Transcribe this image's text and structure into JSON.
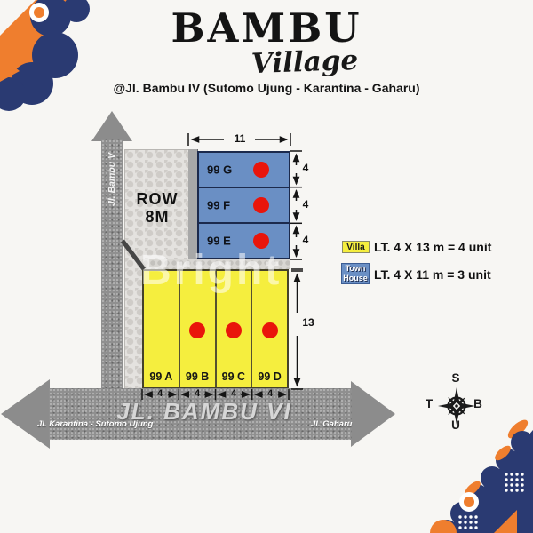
{
  "header": {
    "title": "BAMBU",
    "subtitle_script": "Village",
    "address": "@Jl. Bambu IV (Sutomo Ujung - Karantina - Gaharu)"
  },
  "watermark": "Bright",
  "site_plan": {
    "row_label_line1": "ROW",
    "row_label_line2": "8M",
    "vertical_road_label": "Jl. Bambu V",
    "horizontal_road_label": "JL. BAMBU VI",
    "horizontal_road_left_label": "Jl. Karantina - Sutomo Ujung",
    "horizontal_road_right_label": "Jl. Gaharu",
    "townhouse_lots": [
      {
        "label": "99 G",
        "sold": true
      },
      {
        "label": "99 F",
        "sold": true
      },
      {
        "label": "99 E",
        "sold": true
      }
    ],
    "villa_lots": [
      {
        "label": "99 A",
        "sold": false
      },
      {
        "label": "99 B",
        "sold": true
      },
      {
        "label": "99 C",
        "sold": true
      },
      {
        "label": "99 D",
        "sold": true
      }
    ],
    "dimensions": {
      "townhouse_block_width": "11",
      "townhouse_depth_g": "4",
      "townhouse_depth_f": "4",
      "townhouse_depth_e": "4",
      "villa_depth": "13",
      "villa_width_a": "4",
      "villa_width_b": "4",
      "villa_width_c": "4",
      "villa_width_d": "4"
    },
    "colors": {
      "villa_fill": "#f5ee3e",
      "townhouse_fill": "#6a8fc4",
      "sold_dot": "#e9150b",
      "road_gray": "#8f8f8f",
      "paver_gray": "#e4e2df"
    }
  },
  "legend": {
    "villa_chip": "Villa",
    "villa_text": "LT. 4 X 13 m = 4 unit",
    "townhouse_chip_line1": "Town",
    "townhouse_chip_line2": "House",
    "townhouse_text": "LT. 4 X 11 m = 3 unit"
  },
  "compass": {
    "top": "S",
    "left": "T",
    "right": "B",
    "bottom": "U"
  },
  "brand_colors": {
    "navy": "#2a3a72",
    "orange": "#ef7e2e"
  }
}
